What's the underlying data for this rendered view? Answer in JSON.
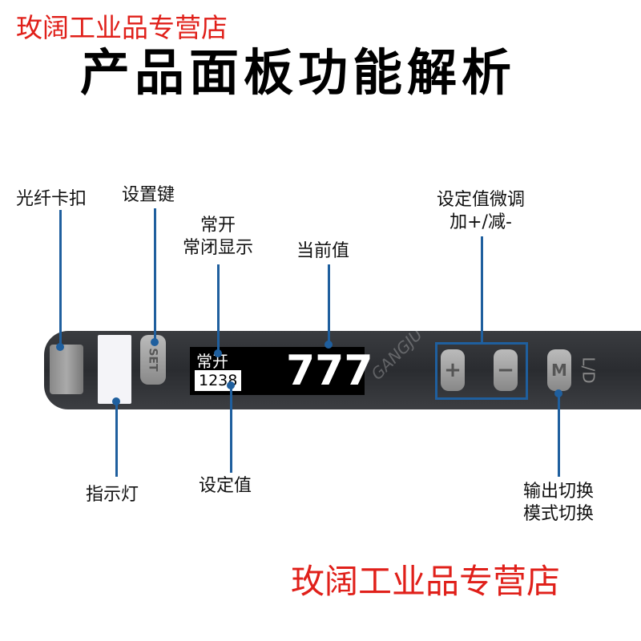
{
  "watermark_top": "玫阔工业品专营店",
  "title": "产品面板功能解析",
  "labels": {
    "fiber_clip": "光纤卡扣",
    "set_key": "设置键",
    "no_nc_line1": "常开",
    "no_nc_line2": "常闭显示",
    "current_value": "当前值",
    "adjust_line1": "设定值微调",
    "adjust_line2": "加+/减-",
    "indicator": "指示灯",
    "set_value": "设定值",
    "mode_line1": "输出切换",
    "mode_line2": "模式切换"
  },
  "device": {
    "set_button": "SET",
    "display_mode": "常开",
    "display_set_value": "1238",
    "display_current_value": "777",
    "plus_button": "+",
    "minus_button": "−",
    "mode_button": "M",
    "side_marking": "L/D",
    "logo_watermark": "GANGJU"
  },
  "watermark_bottom": "玫阔工业品专营店",
  "colors": {
    "accent_line": "#1f5f9e",
    "watermark": "#e0201a"
  }
}
